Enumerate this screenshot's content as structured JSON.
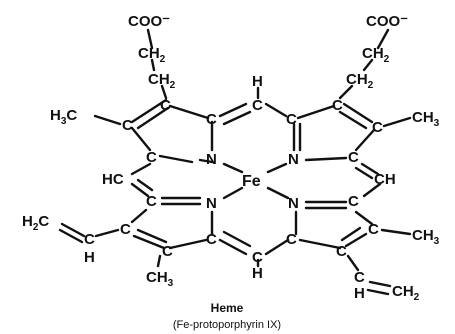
{
  "diagram": {
    "caption_title": "Heme",
    "caption_subtitle": "(Fe-protoporphyrin IX)",
    "metal": "Fe",
    "nitrogen": "N",
    "carbon": "C",
    "hydrogen": "H",
    "carboxylate": "COO⁻",
    "methylene_base": "CH",
    "subscript_two": "2",
    "methyl_left": "H",
    "methyl_left_sub": "3",
    "methyl_left_tail": "C",
    "methyl_base": "CH",
    "subscript_three": "3",
    "bridge_left": "HC",
    "bridge_right": "CH",
    "vinyl_left_head": "H",
    "vinyl_left_sub": "2",
    "vinyl_left_tail": "C",
    "vinyl_right_base": "CH",
    "vinyl_right_sub": "2"
  }
}
